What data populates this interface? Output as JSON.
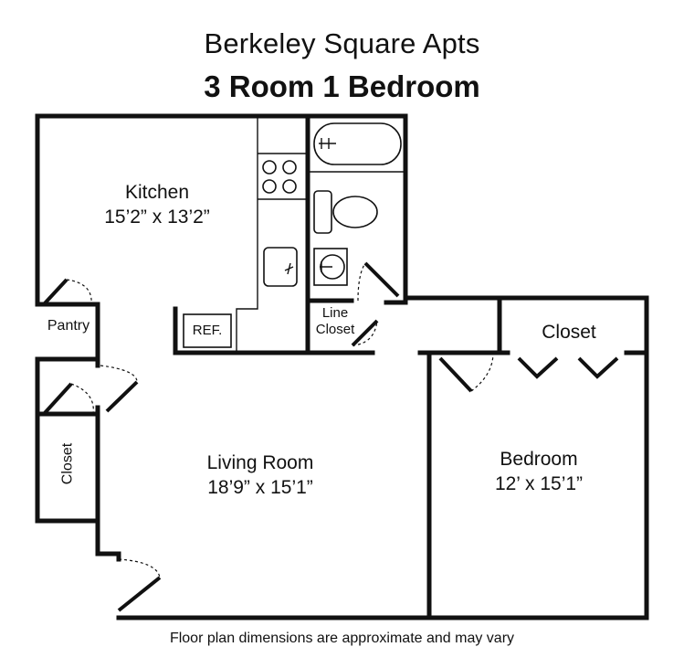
{
  "header": {
    "title": "Berkeley Square Apts",
    "subtitle": "3 Room 1 Bedroom"
  },
  "rooms": {
    "kitchen": {
      "name": "Kitchen",
      "size": "15’2” x 13’2”"
    },
    "living_room": {
      "name": "Living Room",
      "size": "18’9” x 15’1”"
    },
    "bedroom": {
      "name": "Bedroom",
      "size": "12’ x 15’1”"
    },
    "pantry": {
      "name": "Pantry"
    },
    "left_closet": {
      "name": "Closet"
    },
    "bedroom_closet": {
      "name": "Closet"
    },
    "line_closet": {
      "line1": "Line",
      "line2": "Closet"
    }
  },
  "fixtures": {
    "fridge": "REF."
  },
  "footer": {
    "note": "Floor plan dimensions are approximate and may vary"
  }
}
